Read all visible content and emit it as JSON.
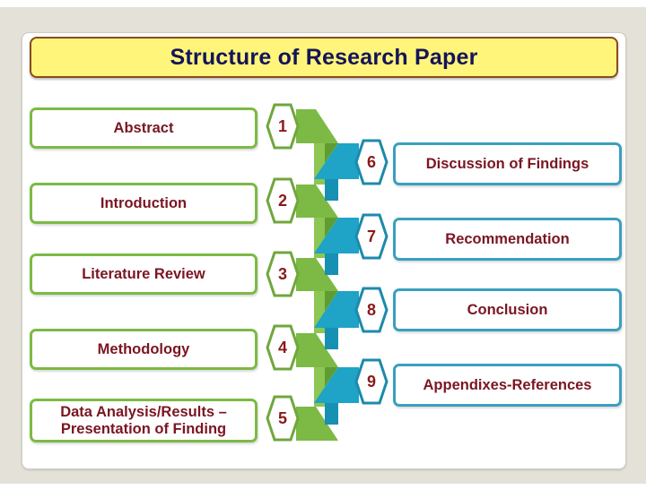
{
  "title": "Structure of Research Paper",
  "colors": {
    "title_bg": "#fff57a",
    "title_border": "#8a4b1e",
    "title_text": "#14145a",
    "label_text": "#7a1622",
    "green": "#7cba45",
    "blue": "#1fa3c7"
  },
  "left_sections": [
    {
      "number": "1",
      "label": "Abstract"
    },
    {
      "number": "2",
      "label": "Introduction"
    },
    {
      "number": "3",
      "label": "Literature Review"
    },
    {
      "number": "4",
      "label": "Methodology"
    },
    {
      "number": "5",
      "label_line1": "Data Analysis/Results –",
      "label_line2": "Presentation of Finding"
    }
  ],
  "right_sections": [
    {
      "number": "6",
      "label": "Discussion of Findings"
    },
    {
      "number": "7",
      "label": "Recommendation"
    },
    {
      "number": "8",
      "label": "Conclusion"
    },
    {
      "number": "9",
      "label": "Appendixes-References"
    }
  ]
}
